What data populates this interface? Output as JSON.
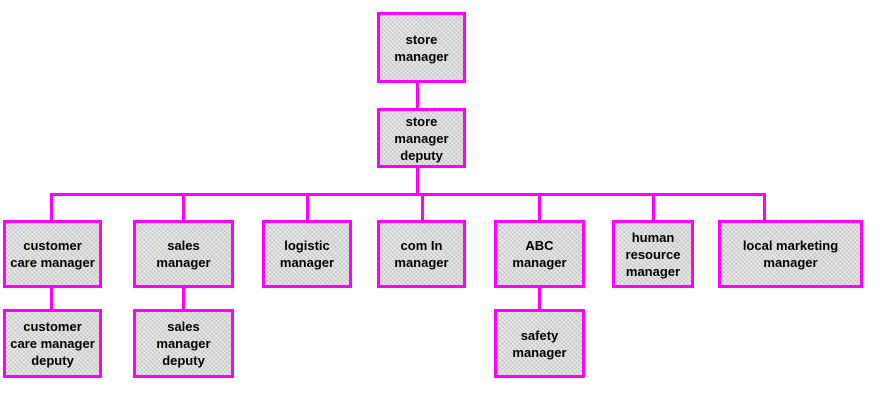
{
  "colors": {
    "border": "#ff00ff",
    "connector": "#ff00ff",
    "fill": "#d9d9d9",
    "text": "#000000"
  },
  "org_chart": {
    "root": {
      "label": "store manager",
      "children": [
        {
          "label": "store manager deputy",
          "children": [
            {
              "label": "customer care manager",
              "children": [
                {
                  "label": "customer care manager deputy"
                }
              ]
            },
            {
              "label": "sales manager",
              "children": [
                {
                  "label": "sales manager deputy"
                }
              ]
            },
            {
              "label": "logistic manager"
            },
            {
              "label": "com In manager"
            },
            {
              "label": "ABC manager",
              "children": [
                {
                  "label": "safety manager"
                }
              ]
            },
            {
              "label": "human resource manager"
            },
            {
              "label": "local marketing manager"
            }
          ]
        }
      ]
    }
  }
}
